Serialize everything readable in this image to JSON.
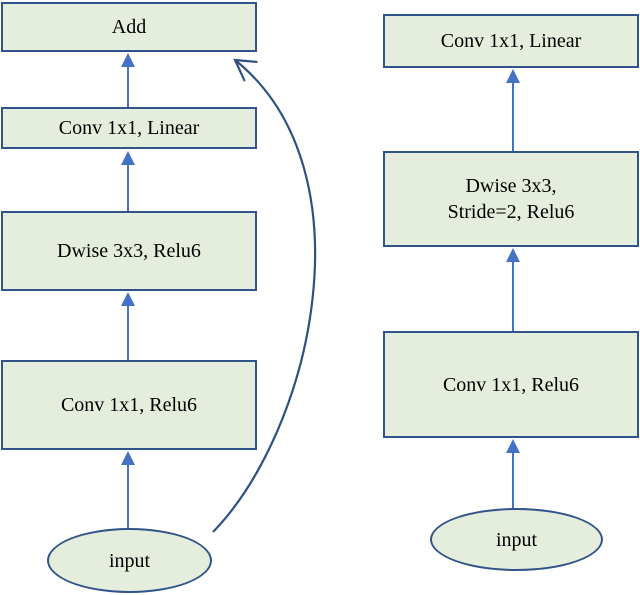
{
  "left_column": {
    "nodes": [
      {
        "label": "Add"
      },
      {
        "label": "Conv 1x1, Linear"
      },
      {
        "label": "Dwise 3x3, Relu6"
      },
      {
        "label": "Conv 1x1, Relu6"
      },
      {
        "label": "input"
      }
    ]
  },
  "right_column": {
    "nodes": [
      {
        "label": "Conv 1x1, Linear"
      },
      {
        "label": "Dwise 3x3,\nStride=2, Relu6"
      },
      {
        "label": "Conv 1x1, Relu6"
      },
      {
        "label": "input"
      }
    ]
  },
  "colors": {
    "node_fill": "#e5eedd",
    "node_border": "#30548a",
    "arrow": "#4472c4",
    "skip_arrow": "#2e5181",
    "text": "#000000",
    "background": "#ffffff"
  }
}
